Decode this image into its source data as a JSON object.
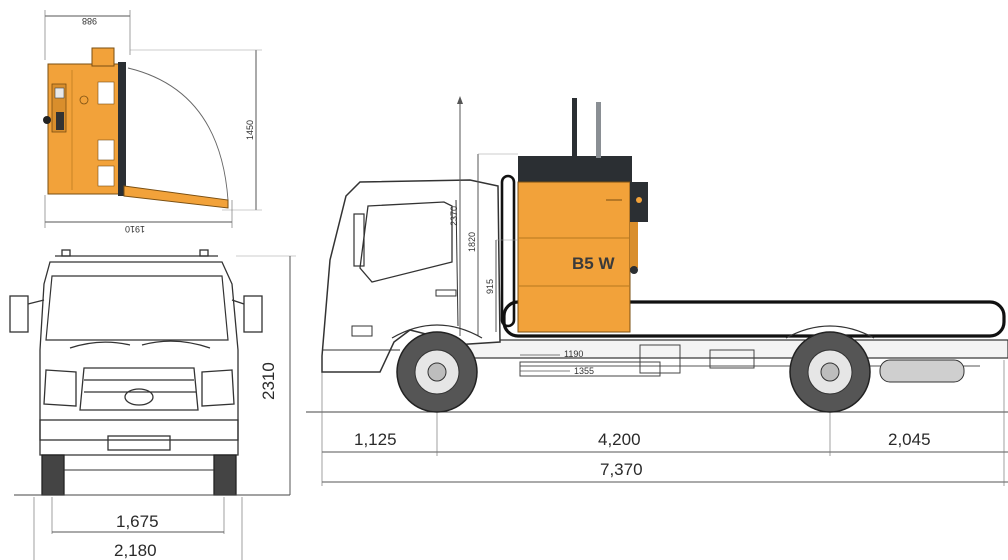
{
  "colors": {
    "machine_orange": "#f2a23a",
    "machine_dark": "#2b2f33",
    "line": "#333333",
    "dim_line": "#555555",
    "ground": "#444444"
  },
  "top_view": {
    "dim_top": "988",
    "dim_right": "1450",
    "dim_bottom": "1910"
  },
  "front_view": {
    "dim_height": "2310",
    "dim_track": "1,675",
    "dim_width": "2,180"
  },
  "side_view": {
    "machine_label": "B5 W",
    "dim_2370": "2370",
    "dim_1820": "1820",
    "dim_915": "915",
    "dim_1190": "1190",
    "dim_1355": "1355",
    "dim_front_overhang": "1,125",
    "dim_wheelbase": "4,200",
    "dim_rear_overhang": "2,045",
    "dim_total_length": "7,370"
  }
}
